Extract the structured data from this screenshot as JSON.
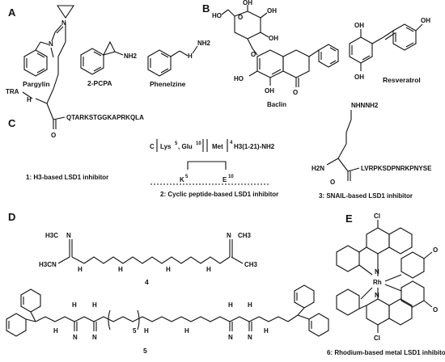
{
  "panels": {
    "a": "A",
    "b": "B",
    "c": "C",
    "d": "D",
    "e": "E"
  },
  "panel_a": {
    "pargylin": "Pargylin",
    "pcpa": "2-PCPA",
    "phenelzine": "Phenelzine",
    "nh2": "NH2",
    "nh": "H",
    "n": "N"
  },
  "panel_b": {
    "baclin": "Baclin",
    "resveratrol": "Resveratrol",
    "oh": "OH",
    "ho": "HO",
    "o": "O",
    "oh_b": "OH",
    "ho_b": "HO"
  },
  "panel_c": {
    "tra": "TRA",
    "h3_seq": "QTARKSTGGKAPRKQLA",
    "cap1": "1: H3-based LSD1 inhibitor",
    "n_atom": "N",
    "nh": "H",
    "o": "O",
    "cyclic_c": "C",
    "cyclic_lys": "Lys",
    "cyclic_lys_sup": "5",
    "cyclic_glu": ", Glu",
    "cyclic_glu_sup": "10",
    "cyclic_met": "Met",
    "cyclic_four": "4",
    "cyclic_tail": "H3(1-21)-NH2",
    "k5": "K",
    "k5_sup": "5",
    "e10": "E",
    "e10_sup": "10",
    "cap2": "2: Cyclic peptide-based LSD1 inhibitor",
    "nhnnh2": "NHNNH2",
    "snail_h2n": "H2N",
    "snail_seq": "LVRPKSDPNRKPNYSE",
    "cap3": "3: SNAIL-based LSD1 inhibitor"
  },
  "panel_d": {
    "h3c": "H3C",
    "ch3": "CH3",
    "n": "N",
    "h": "H",
    "nh": "N",
    "label4": "4",
    "label5": "5",
    "sub5": "5"
  },
  "panel_e": {
    "cl": "Cl",
    "rh": "Rh",
    "n": "N",
    "o": "O",
    "cap6": "6: Rhodium-based metal LSD1 inhibitor"
  }
}
